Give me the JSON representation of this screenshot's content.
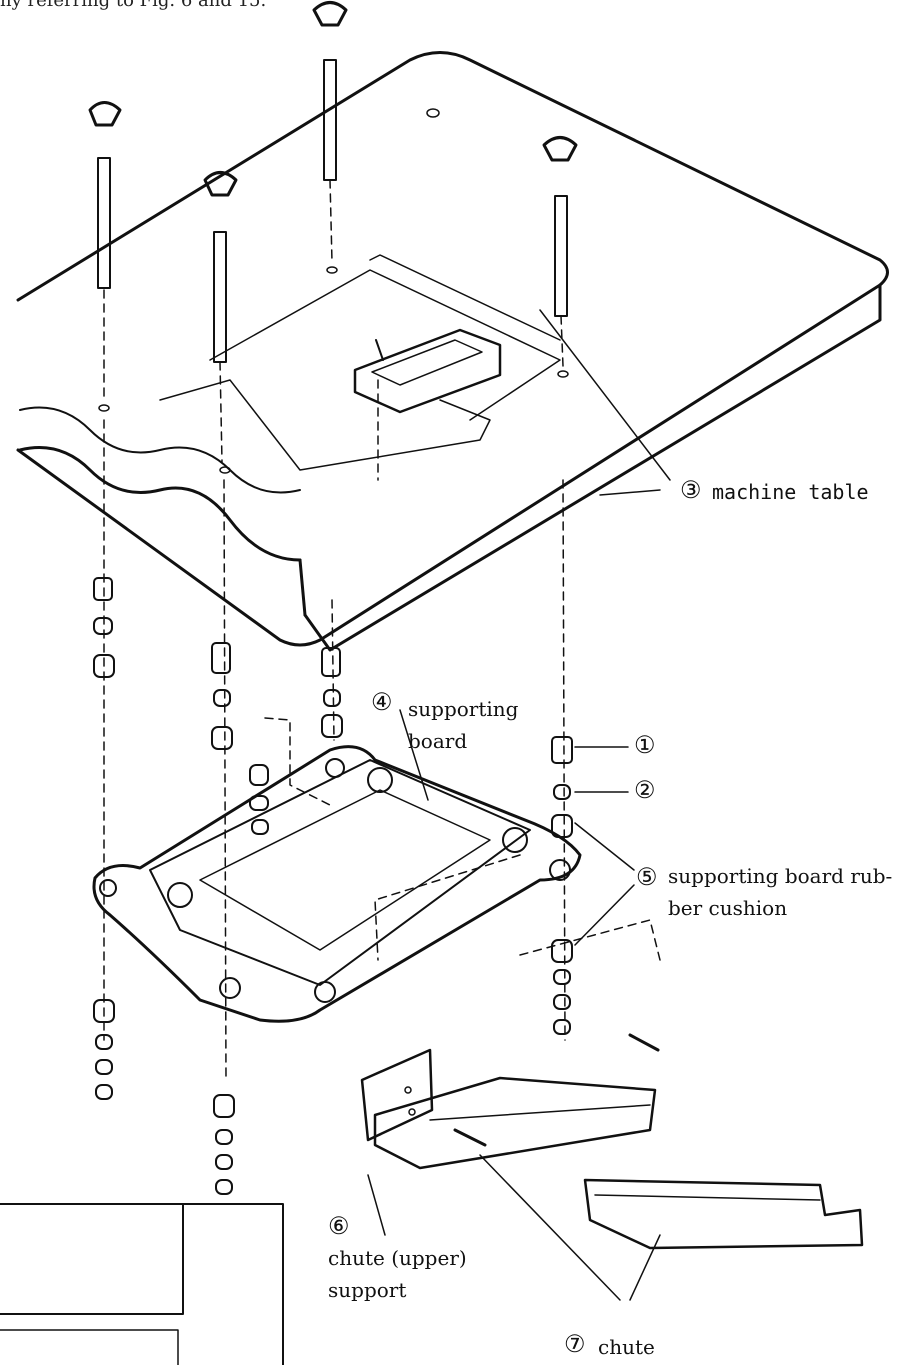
{
  "header": {
    "text": "ny referring to Fig. 6 and 15."
  },
  "callouts": {
    "c1": {
      "num": "①",
      "label": ""
    },
    "c2": {
      "num": "②",
      "label": ""
    },
    "c3": {
      "num": "③",
      "label": "machine table"
    },
    "c4": {
      "num": "④",
      "label": "supporting",
      "label2": "board"
    },
    "c5": {
      "num": "⑤",
      "label": "supporting board rub-",
      "label2": "ber cushion"
    },
    "c6": {
      "num": "⑥",
      "label": "chute (upper)",
      "label2": "support"
    },
    "c7": {
      "num": "⑦",
      "label": "chute"
    }
  }
}
